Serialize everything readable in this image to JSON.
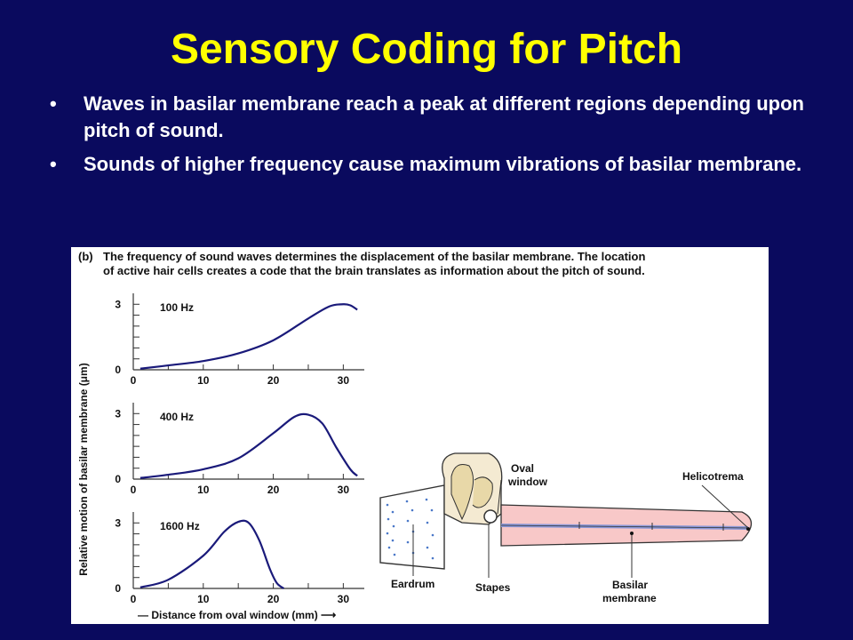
{
  "slide": {
    "title": "Sensory Coding for Pitch",
    "bullets": [
      {
        "marker": "•",
        "text": "Waves in basilar membrane reach a peak at different regions depending upon pitch of sound."
      },
      {
        "marker": "•",
        "text": "Sounds of higher frequency cause maximum vibrations of basilar membrane."
      }
    ]
  },
  "figure": {
    "panel_letter": "(b)",
    "caption_line1": "The frequency of sound waves determines the displacement of the basilar membrane. The location",
    "caption_line2": "of active hair cells creates a code that the brain translates as information about the pitch of sound.",
    "ear_labels": {
      "oval_window_1": "Oval",
      "oval_window_2": "window",
      "helicotrema": "Helicotrema",
      "eardrum": "Eardrum",
      "stapes": "Stapes",
      "basilar_1": "Basilar",
      "basilar_2": "membrane"
    },
    "colors": {
      "curve": "#1a1a7a",
      "membrane_fill": "#f8c8c8",
      "membrane_line": "#9aa8e0"
    }
  },
  "chart_data": {
    "type": "line",
    "ylabel": "Relative motion of basilar membrane (μm)",
    "xlabel": "Distance from oval window (mm)",
    "xlim": [
      0,
      33
    ],
    "ylim": [
      0,
      3.5
    ],
    "x_ticks": [
      "0",
      "10",
      "20",
      "30"
    ],
    "y_ticks": [
      "0",
      "3"
    ],
    "panels": [
      {
        "name": "100 Hz",
        "x": [
          1,
          5,
          10,
          15,
          20,
          25,
          28,
          30,
          31,
          32
        ],
        "y": [
          0.05,
          0.2,
          0.4,
          0.75,
          1.35,
          2.35,
          2.9,
          3.0,
          2.95,
          2.75
        ]
      },
      {
        "name": "400 Hz",
        "x": [
          1,
          5,
          10,
          15,
          20,
          23,
          25,
          27,
          29,
          31,
          32
        ],
        "y": [
          0.05,
          0.2,
          0.45,
          0.95,
          2.1,
          2.85,
          2.95,
          2.55,
          1.45,
          0.45,
          0.15
        ]
      },
      {
        "name": "1600 Hz",
        "x": [
          1,
          5,
          10,
          13,
          15,
          16.5,
          18,
          19.5,
          20.5,
          21.5
        ],
        "y": [
          0.05,
          0.4,
          1.5,
          2.6,
          3.05,
          3.0,
          2.2,
          0.9,
          0.25,
          0.0
        ]
      }
    ]
  }
}
